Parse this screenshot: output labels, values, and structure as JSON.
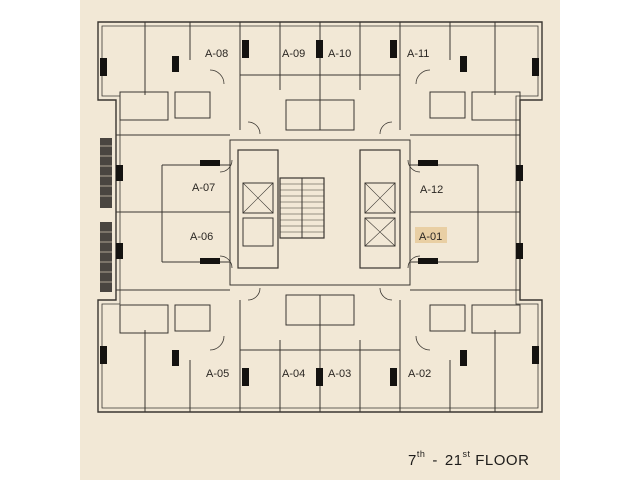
{
  "colors": {
    "paper": "#f2e8d6",
    "wall": "#3a3631",
    "column": "#141210",
    "highlight": "#e9cfa4"
  },
  "units": {
    "a08": "A-08",
    "a09": "A-09",
    "a10": "A-10",
    "a11": "A-11",
    "a07": "A-07",
    "a12": "A-12",
    "a06": "A-06",
    "a01": "A-01",
    "a05": "A-05",
    "a04": "A-04",
    "a03": "A-03",
    "a02": "A-02"
  },
  "caption": {
    "start_num": "7",
    "start_sup": "th",
    "dash": "-",
    "end_num": "21",
    "end_sup": "st",
    "word": "FLOOR"
  }
}
